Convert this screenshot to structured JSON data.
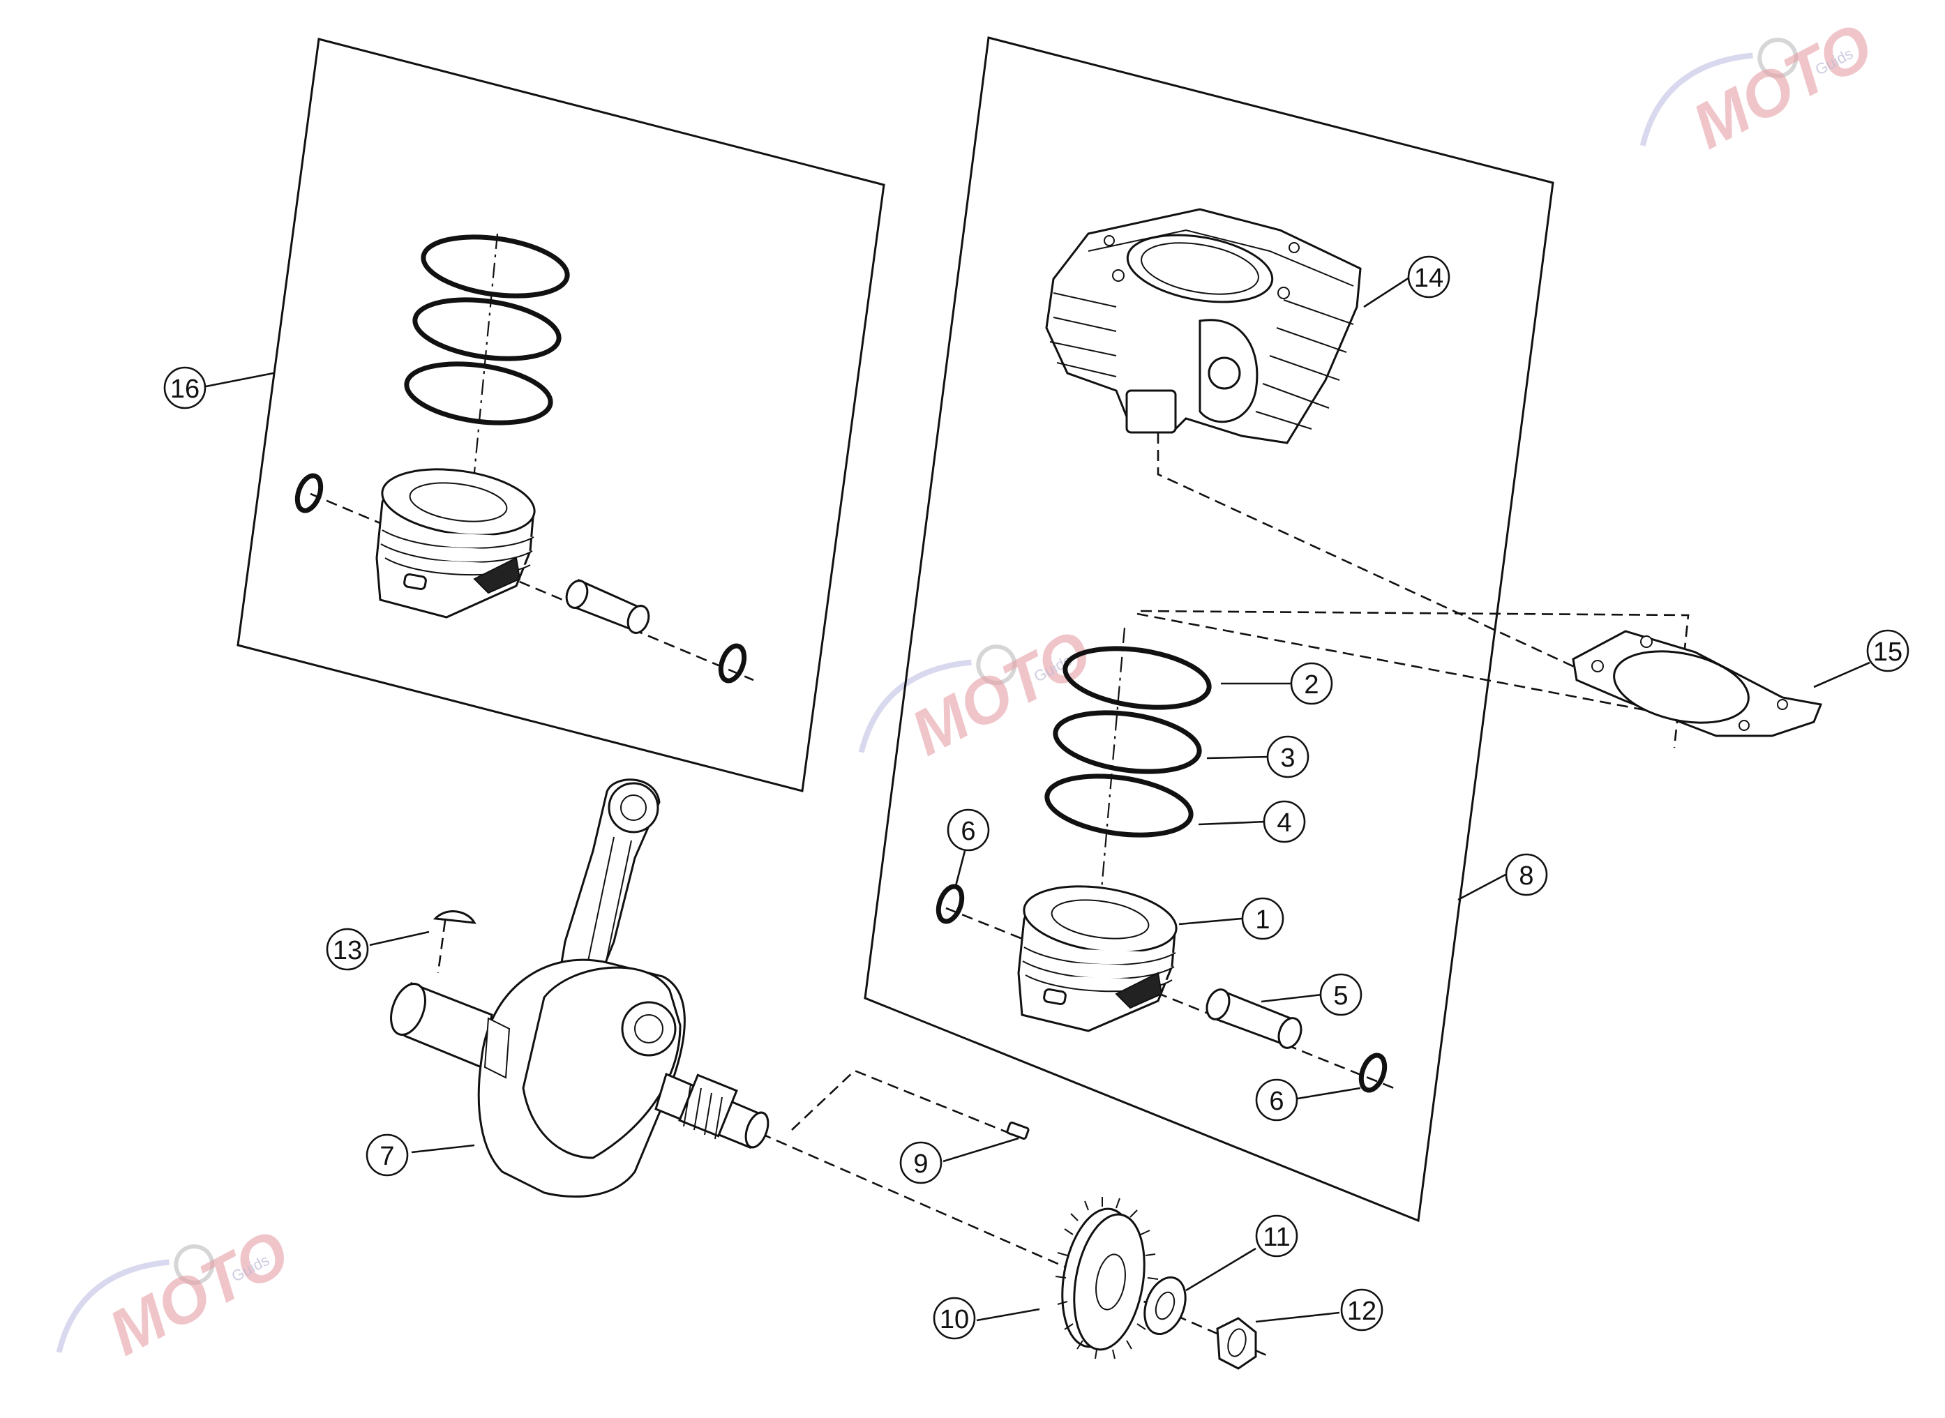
{
  "callouts": [
    {
      "id": "1",
      "label": "1"
    },
    {
      "id": "2",
      "label": "2"
    },
    {
      "id": "3",
      "label": "3"
    },
    {
      "id": "4",
      "label": "4"
    },
    {
      "id": "5",
      "label": "5"
    },
    {
      "id": "6a",
      "label": "6"
    },
    {
      "id": "6b",
      "label": "6"
    },
    {
      "id": "7",
      "label": "7"
    },
    {
      "id": "8",
      "label": "8"
    },
    {
      "id": "9",
      "label": "9"
    },
    {
      "id": "10",
      "label": "10"
    },
    {
      "id": "11",
      "label": "11"
    },
    {
      "id": "12",
      "label": "12"
    },
    {
      "id": "13",
      "label": "13"
    },
    {
      "id": "14",
      "label": "14"
    },
    {
      "id": "15",
      "label": "15"
    },
    {
      "id": "16",
      "label": "16"
    }
  ],
  "watermark": {
    "text": "MOTO",
    "subtext": "Guids",
    "colors": {
      "text": "#e6a0a8",
      "swoosh": "#b8b8e0",
      "gear": "#bbbbbb"
    }
  },
  "colors": {
    "line": "#111111",
    "background": "#ffffff"
  }
}
